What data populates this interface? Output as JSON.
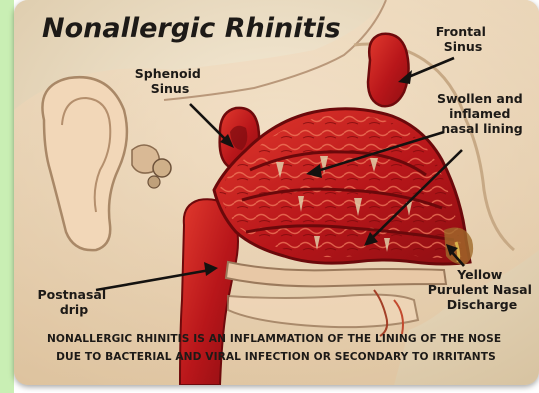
{
  "title": "Nonallergic Rhinitis",
  "labels": {
    "frontal_sinus": [
      "Frontal",
      "Sinus"
    ],
    "sphenoid_sinus": [
      "Sphenoid",
      "Sinus"
    ],
    "swollen_lining": [
      "Swollen and",
      "inflamed",
      "nasal lining"
    ],
    "postnasal_drip": [
      "Postnasal",
      "drip"
    ],
    "yellow_discharge": [
      "Yellow",
      "Purulent Nasal",
      "Discharge"
    ]
  },
  "caption": [
    "NONALLERGIC RHINITIS IS AN INFLAMMATION OF THE LINING OF THE NOSE",
    "DUE TO BACTERIAL AND VIRAL INFECTION OR SECONDARY TO IRRITANTS"
  ],
  "colors": {
    "side_bar": "#c9efb4",
    "background": "#eadcc2",
    "inflamed_tissue": "#c81e1e",
    "text": "#1d1a17"
  }
}
